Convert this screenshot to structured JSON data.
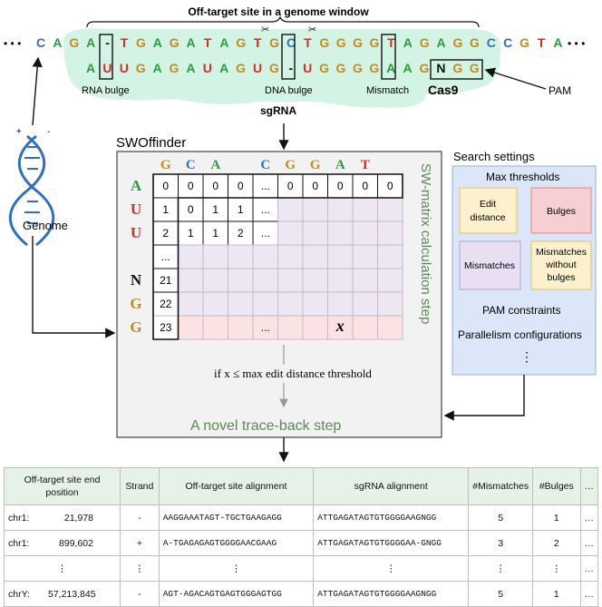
{
  "colors": {
    "A": "#2e9a3e",
    "C": "#2f6fbf",
    "G": "#c68a17",
    "T": "#d62c22",
    "U": "#d62c22",
    "N": "#111111",
    "blob": "#d3f3e5",
    "swoffinder_box": "#f2f2f2",
    "settings_box": "#dbe7f8",
    "edit_box": "#fdf0cc",
    "bulges_box": "#f6cfd2",
    "mismatch_box": "#e8dff2",
    "matrix_purple": "#ece7f3",
    "matrix_pink": "#fbe2e3",
    "table_header": "#e6f1e8",
    "green_text": "#5a8a55"
  },
  "top": {
    "title": "Off-target site in a genome window",
    "genome_seq": [
      "C",
      "A",
      "G",
      "A",
      "-",
      "T",
      "G",
      "A",
      "G",
      "A",
      "T",
      "A",
      "G",
      "T",
      "G",
      "C",
      "T",
      "G",
      "G",
      "G",
      "G",
      "T",
      "A",
      "G",
      "A",
      "G",
      "G",
      "C",
      "C",
      "G",
      "T",
      "A"
    ],
    "sgrna_seq": [
      "A",
      "U",
      "U",
      "G",
      "A",
      "G",
      "A",
      "U",
      "A",
      "G",
      "U",
      "G",
      "-",
      "U",
      "G",
      "G",
      "G",
      "G",
      "A",
      "A",
      "G",
      "N",
      "G",
      "G"
    ],
    "ellipsis_left": "• • •",
    "ellipsis_right": "• • •",
    "scissors": "✂",
    "labels": {
      "rna_bulge": "RNA bulge",
      "dna_bulge": "DNA bulge",
      "mismatch": "Mismatch",
      "cas9": "Cas9",
      "pam": "PAM",
      "sgrna": "sgRNA"
    }
  },
  "genome": {
    "label": "Genome",
    "plus": "+",
    "minus": "-"
  },
  "swoffinder": {
    "title": "SWOffinder",
    "col_headers": [
      "G",
      "C",
      "A",
      "",
      "C",
      "G",
      "G",
      "A",
      "T"
    ],
    "row_headers": [
      "A",
      "U",
      "U",
      "",
      "N",
      "G",
      "G"
    ],
    "cells": [
      [
        "0",
        "0",
        "0",
        "0",
        "...",
        "0",
        "0",
        "0",
        "0",
        "0"
      ],
      [
        "1",
        "0",
        "1",
        "1",
        "...",
        "",
        "",
        "",
        "",
        ""
      ],
      [
        "2",
        "1",
        "1",
        "2",
        "...",
        "",
        "",
        "",
        "",
        ""
      ],
      [
        "...",
        "",
        "",
        "",
        "",
        "",
        "",
        "",
        "",
        ""
      ],
      [
        "21",
        "",
        "",
        "",
        "",
        "",
        "",
        "",
        "",
        ""
      ],
      [
        "22",
        "",
        "",
        "",
        "",
        "",
        "",
        "",
        "",
        ""
      ],
      [
        "23",
        "",
        "",
        "",
        "...",
        "",
        "",
        "x",
        "",
        ""
      ]
    ],
    "side_label": "SW-matrix calculation step",
    "condition_label": "if x ≤ max edit distance threshold",
    "traceback_label": "A novel trace-back step"
  },
  "settings": {
    "title": "Search settings",
    "max_thresholds": "Max thresholds",
    "edit_distance": "Edit distance",
    "bulges": "Bulges",
    "mismatches": "Mismatches",
    "mismatches_without_bulges": "Mismatches without bulges",
    "pam_constraints": "PAM constraints",
    "parallelism": "Parallelism configurations",
    "more": "⋮"
  },
  "table": {
    "headers": [
      "Off-target site end position",
      "Strand",
      "Off-target site alignment",
      "sgRNA alignment",
      "#Mismatches",
      "#Bulges",
      "…"
    ],
    "rows": [
      {
        "chr": "chr1:",
        "pos": "21,978",
        "strand": "-",
        "site": "AAGGAAATAGT-TGCTGAAGAGG",
        "sgrna": "ATTGAGATAGTGTGGGGAAGNGG",
        "mm": "5",
        "bulges": "1",
        "more": "…"
      },
      {
        "chr": "chr1:",
        "pos": "899,602",
        "strand": "+",
        "site": "A-TGAGAGAGTGGGGAACGAAG",
        "sgrna": "ATTGAGATAGTGTGGGGAA-GNGG",
        "mm": "3",
        "bulges": "2",
        "more": "…"
      },
      {
        "chr": "⋮",
        "pos": "",
        "strand": "⋮",
        "site": "⋮",
        "sgrna": "⋮",
        "mm": "⋮",
        "bulges": "⋮",
        "more": "…"
      },
      {
        "chr": "chrY:",
        "pos": "57,213,845",
        "strand": "-",
        "site": "AGT-AGACAGTGAGTGGGAGTGG",
        "sgrna": "ATTGAGATAGTGTGGGGAAGNGG",
        "mm": "5",
        "bulges": "1",
        "more": "…"
      }
    ]
  }
}
